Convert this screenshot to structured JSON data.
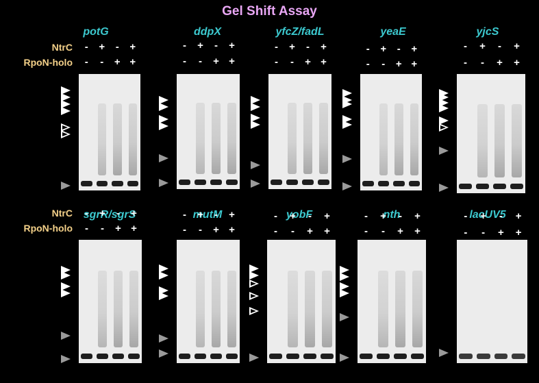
{
  "title": "Gel Shift Assay",
  "row_labels": {
    "ntrc": "NtrC",
    "rpon": "RpoN-holo"
  },
  "ntrc_signs": [
    "-",
    "+",
    "-",
    "+"
  ],
  "rpon_signs": [
    "-",
    "-",
    "+",
    "+"
  ],
  "colors": {
    "title": "#e9a7f5",
    "gene": "#3cc9cf",
    "row_label": "#f3d089",
    "background": "#000000"
  },
  "panels": [
    {
      "gene": "potG",
      "arrows": [
        "w",
        "w",
        "w",
        "w",
        "o",
        "o",
        "g"
      ]
    },
    {
      "gene": "ddpX",
      "arrows": [
        "w",
        "w",
        "w",
        "w",
        "g",
        "g"
      ]
    },
    {
      "gene": "yfcZ/fadL",
      "arrows": [
        "w",
        "w",
        "w",
        "w",
        "g",
        "g"
      ]
    },
    {
      "gene": "yeaE",
      "arrows": [
        "w",
        "w",
        "w",
        "w",
        "w",
        "g",
        "g"
      ]
    },
    {
      "gene": "yjcS",
      "arrows": [
        "w",
        "w",
        "w",
        "w",
        "w",
        "o",
        "g",
        "g"
      ]
    },
    {
      "gene": "sgrR/sgrS",
      "arrows": [
        "w",
        "w",
        "w",
        "w",
        "g",
        "g"
      ]
    },
    {
      "gene": "mutM",
      "arrows": [
        "w",
        "w",
        "w",
        "w",
        "g",
        "g"
      ]
    },
    {
      "gene": "yobF",
      "arrows": [
        "w",
        "w",
        "o",
        "o",
        "o",
        "g",
        "g"
      ]
    },
    {
      "gene": "nth",
      "arrows": [
        "w",
        "w",
        "w",
        "w",
        "g",
        "g"
      ]
    },
    {
      "gene": "lacUV5",
      "arrows": [
        "g"
      ]
    }
  ]
}
